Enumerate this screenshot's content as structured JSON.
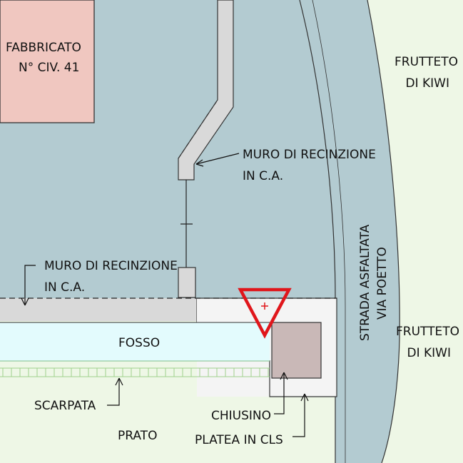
{
  "labels": {
    "fabbricato_line1": "FABBRICATO",
    "fabbricato_line2": "N° CIV. 41",
    "frutteto_top_line1": "FRUTTETO",
    "frutteto_top_line2": "DI KIWI",
    "muro_top_line1": "MURO DI RECINZIONE",
    "muro_top_line2": "IN C.A.",
    "muro_left_line1": "MURO DI RECINZIONE",
    "muro_left_line2": "IN C.A.",
    "strada_line1": "STRADA ASFALTATA",
    "strada_line2": "VIA POETTO",
    "frutteto_right_line1": "FRUTTETO",
    "frutteto_right_line2": "DI KIWI",
    "fosso": "FOSSO",
    "scarpata": "SCARPATA",
    "chiusino": "CHIUSINO",
    "prato": "PRATO",
    "platea": "PLATEA IN CLS"
  },
  "colors": {
    "site_area": "#b3cbd1",
    "meadow": "#eef7e6",
    "building": "#f0c7c0",
    "wall": "#d9d9d9",
    "ditch": "#e3fbfd",
    "slab": "#f4f4f4",
    "manhole": "#c9b8b7",
    "marker": "#e0161b"
  }
}
